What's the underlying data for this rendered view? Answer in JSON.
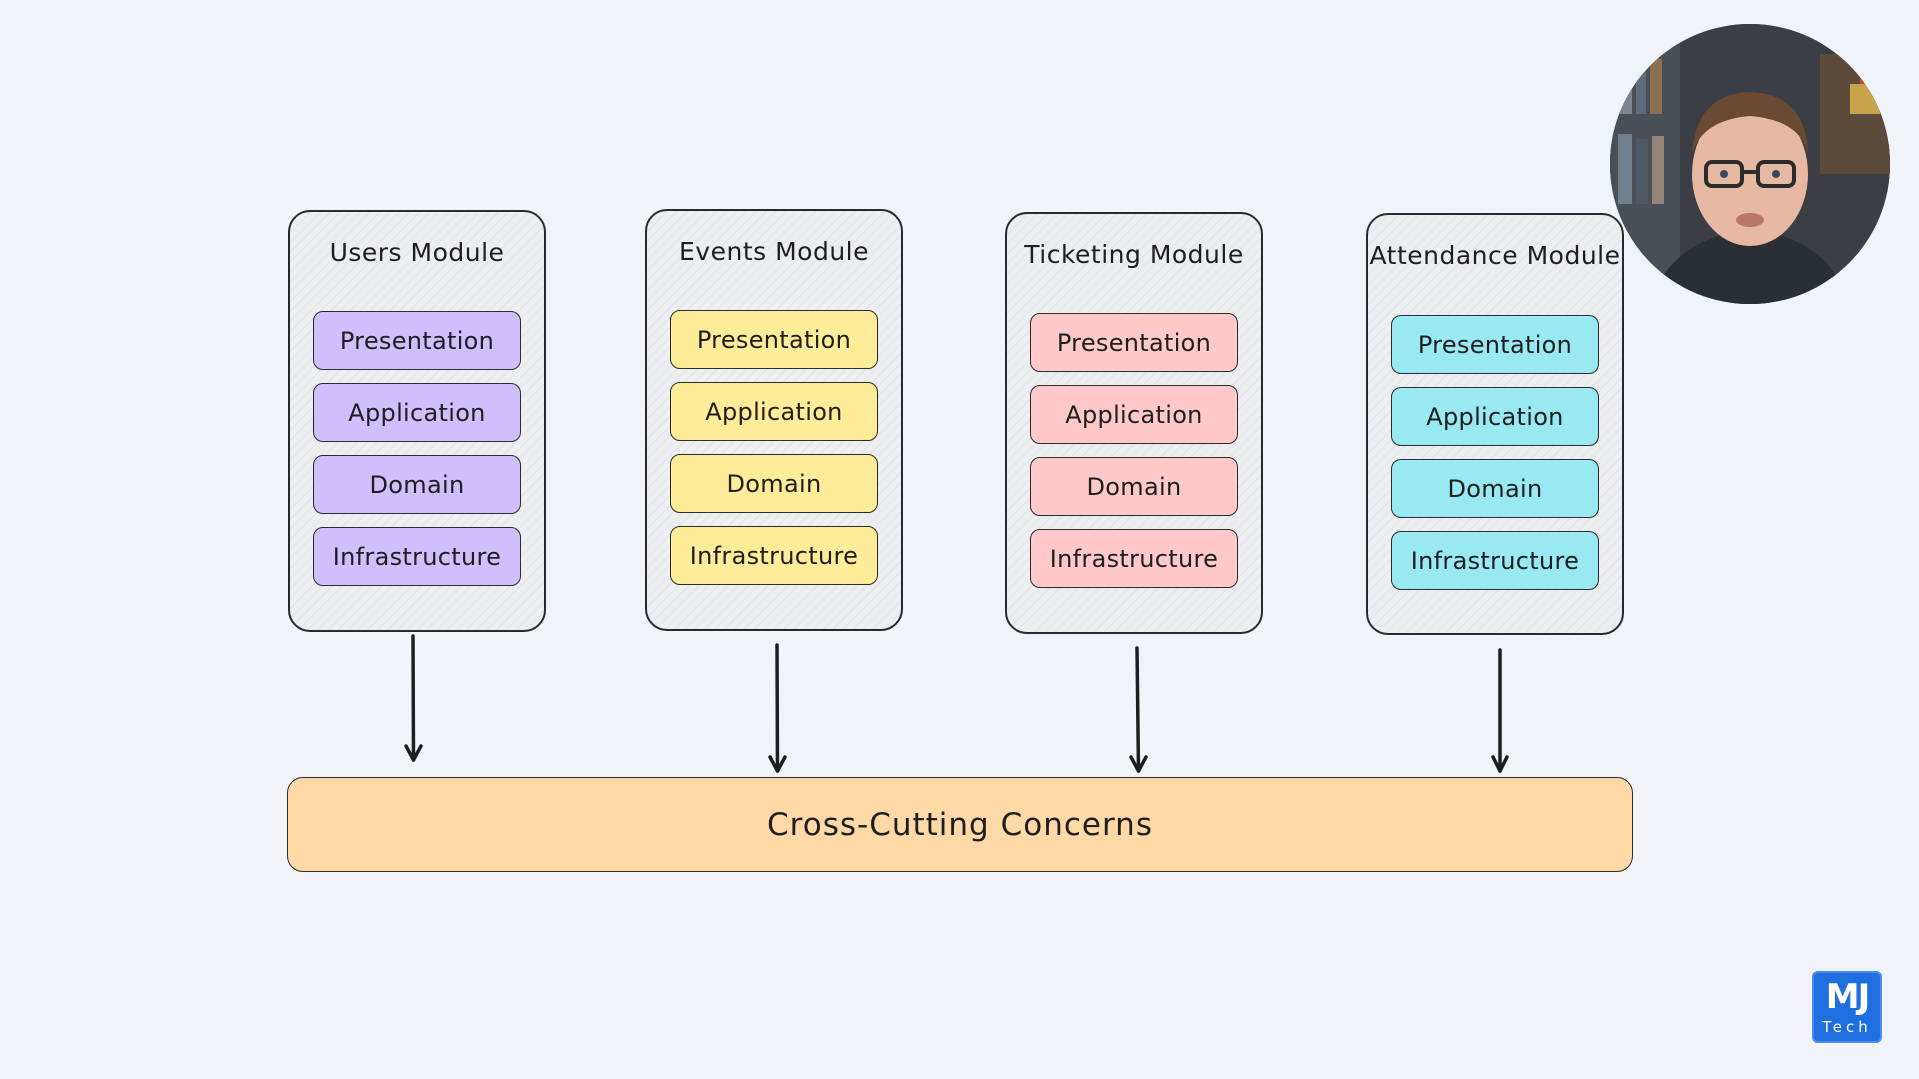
{
  "modules": [
    {
      "title": "Users Module",
      "layer_color": "#d0bfff",
      "layers": [
        "Presentation",
        "Application",
        "Domain",
        "Infrastructure"
      ]
    },
    {
      "title": "Events Module",
      "layer_color": "#ffec99",
      "layers": [
        "Presentation",
        "Application",
        "Domain",
        "Infrastructure"
      ]
    },
    {
      "title": "Ticketing Module",
      "layer_color": "#ffc9c9",
      "layers": [
        "Presentation",
        "Application",
        "Domain",
        "Infrastructure"
      ]
    },
    {
      "title": "Attendance Module",
      "layer_color": "#99e9f2",
      "layers": [
        "Presentation",
        "Application",
        "Domain",
        "Infrastructure"
      ]
    }
  ],
  "cross_cutting": {
    "label": "Cross-Cutting Concerns",
    "color": "#ffd8a8"
  },
  "logo": {
    "main": "MJ",
    "sub": "Tech"
  },
  "webcam": {
    "icon": "presenter-avatar-icon"
  }
}
